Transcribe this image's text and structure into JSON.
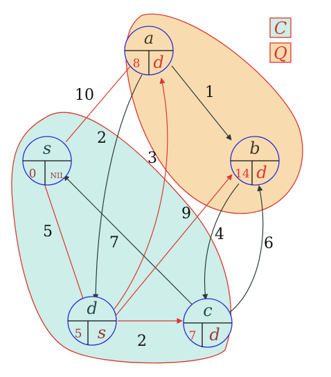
{
  "colors": {
    "set_c_fill": "#cdeee9",
    "set_q_fill": "#f8dcb0",
    "region_stroke": "#d9382e",
    "node_stroke": "#2b2bd1",
    "red_accent": "#d9382e",
    "dark_edge": "#2d3a36"
  },
  "legend": {
    "c_label": "C",
    "q_label": "Q"
  },
  "nodes": {
    "a": {
      "name": "a",
      "dist": "8",
      "pred": "d"
    },
    "b": {
      "name": "b",
      "dist": "14",
      "pred": "d"
    },
    "s": {
      "name": "s",
      "dist": "0",
      "pred": "NIL"
    },
    "d": {
      "name": "d",
      "dist": "5",
      "pred": "s"
    },
    "c": {
      "name": "c",
      "dist": "7",
      "pred": "d"
    }
  },
  "edges": [
    {
      "from": "s",
      "to": "a",
      "weight": "10",
      "color": "red"
    },
    {
      "from": "a",
      "to": "b",
      "weight": "1",
      "color": "dark"
    },
    {
      "from": "a",
      "to": "d",
      "weight": "2",
      "color": "dark"
    },
    {
      "from": "d",
      "to": "a",
      "weight": "3",
      "color": "red"
    },
    {
      "from": "s",
      "to": "d",
      "weight": "5",
      "color": "red"
    },
    {
      "from": "c",
      "to": "s",
      "weight": "7",
      "color": "dark"
    },
    {
      "from": "d",
      "to": "b",
      "weight": "9",
      "color": "red"
    },
    {
      "from": "b",
      "to": "c",
      "weight": "4",
      "color": "dark"
    },
    {
      "from": "c",
      "to": "b",
      "weight": "6",
      "color": "dark"
    },
    {
      "from": "d",
      "to": "c",
      "weight": "2",
      "color": "red"
    }
  ]
}
